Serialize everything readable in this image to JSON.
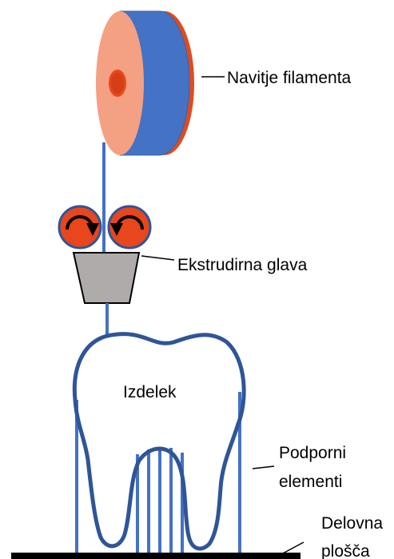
{
  "labels": {
    "spool": "Navitje filamenta",
    "extruder_head": "Ekstrudirna glava",
    "product": "Izdelek",
    "supports_line1": "Podporni",
    "supports_line2": "elementi",
    "build_plate_line1": "Delovna",
    "build_plate_line2": "plošča"
  },
  "colors": {
    "filament_blue": "#4472C4",
    "tooth_outline": "#2F5597",
    "spool_face": "#F4A082",
    "spool_rim": "#E04B1E",
    "spool_hub": "#E8461C",
    "roller": "#E8461C",
    "extruder_body": "#B0ABAB",
    "build_plate": "#000000"
  },
  "icons": [
    "filament-spool-icon",
    "rotation-arrow-icon",
    "extruder-nozzle-icon",
    "tooth-model-icon"
  ]
}
